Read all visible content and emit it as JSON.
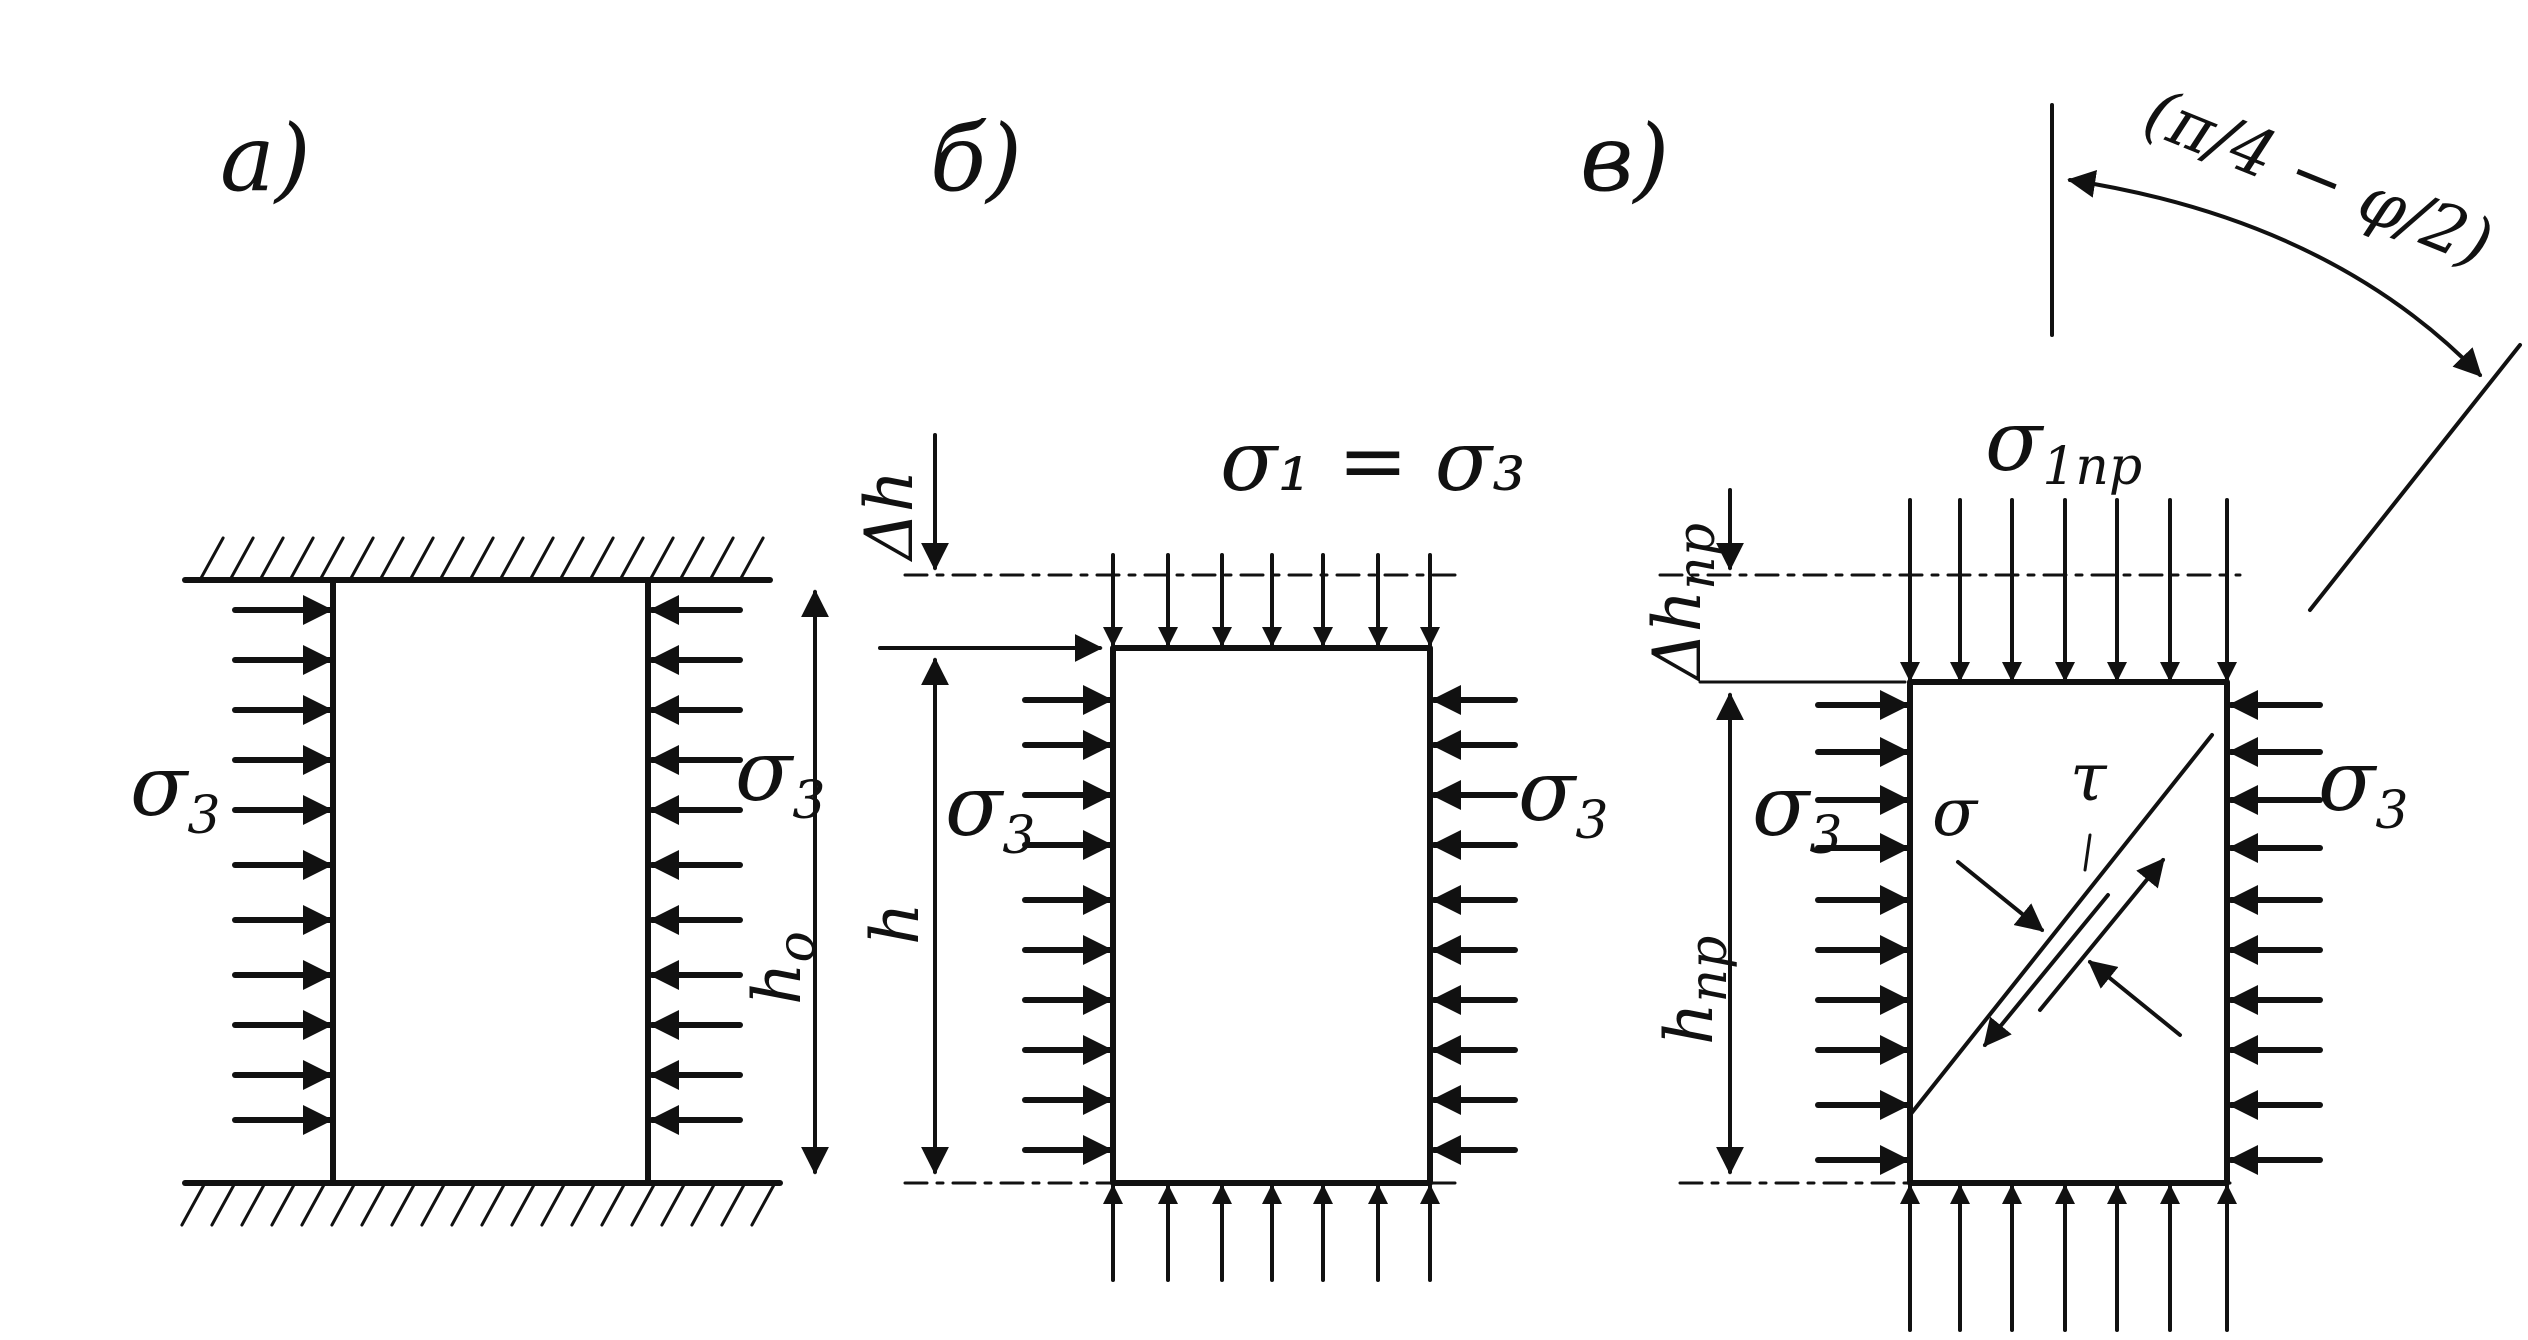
{
  "diagram": {
    "panels": [
      {
        "id": "a",
        "label": "a)",
        "stress_left": "σ",
        "stress_left_sub": "3",
        "stress_right": "σ",
        "stress_right_sub": "3",
        "height_label": "h",
        "height_label_sub": "o"
      },
      {
        "id": "b",
        "label": "б)",
        "top_stress_label": "σ₁ = σ₃",
        "stress_left": "σ",
        "stress_left_sub": "3",
        "stress_right": "σ",
        "stress_right_sub": "3",
        "height_label": "h",
        "delta_label": "Δh"
      },
      {
        "id": "c",
        "label": "в)",
        "top_stress_label": "σ",
        "top_stress_sub": "1пр",
        "stress_left": "σ",
        "stress_left_sub": "3",
        "stress_right": "σ",
        "stress_right_sub": "3",
        "height_label": "h",
        "height_label_sub": "пр",
        "delta_label": "Δh",
        "delta_label_sub": "пр",
        "normal_stress": "σ",
        "shear_stress": "τ",
        "angle_label": "(π/4 − φ/2)"
      }
    ]
  }
}
